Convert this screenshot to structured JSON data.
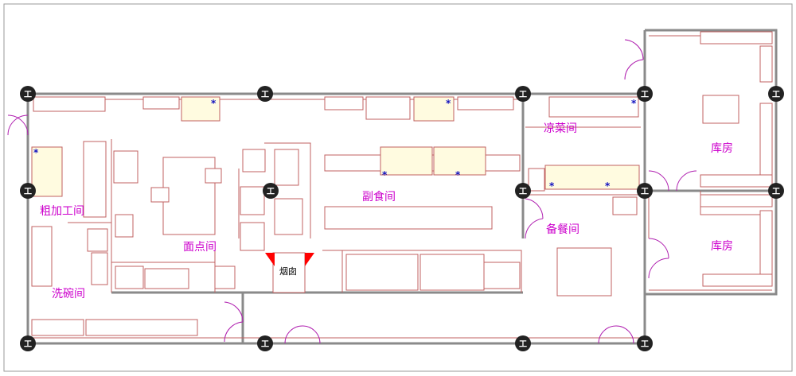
{
  "plan": {
    "rooms": {
      "rough_processing": "粗加工间",
      "dishwashing": "洗碗间",
      "pastry": "面点间",
      "side_dish": "副食间",
      "chimney": "烟囱",
      "cold_dish": "凉菜间",
      "serving_prep": "备餐间",
      "storage_1": "库房",
      "storage_2": "库房"
    },
    "column_mark": "工",
    "equipment_mark": "*"
  }
}
